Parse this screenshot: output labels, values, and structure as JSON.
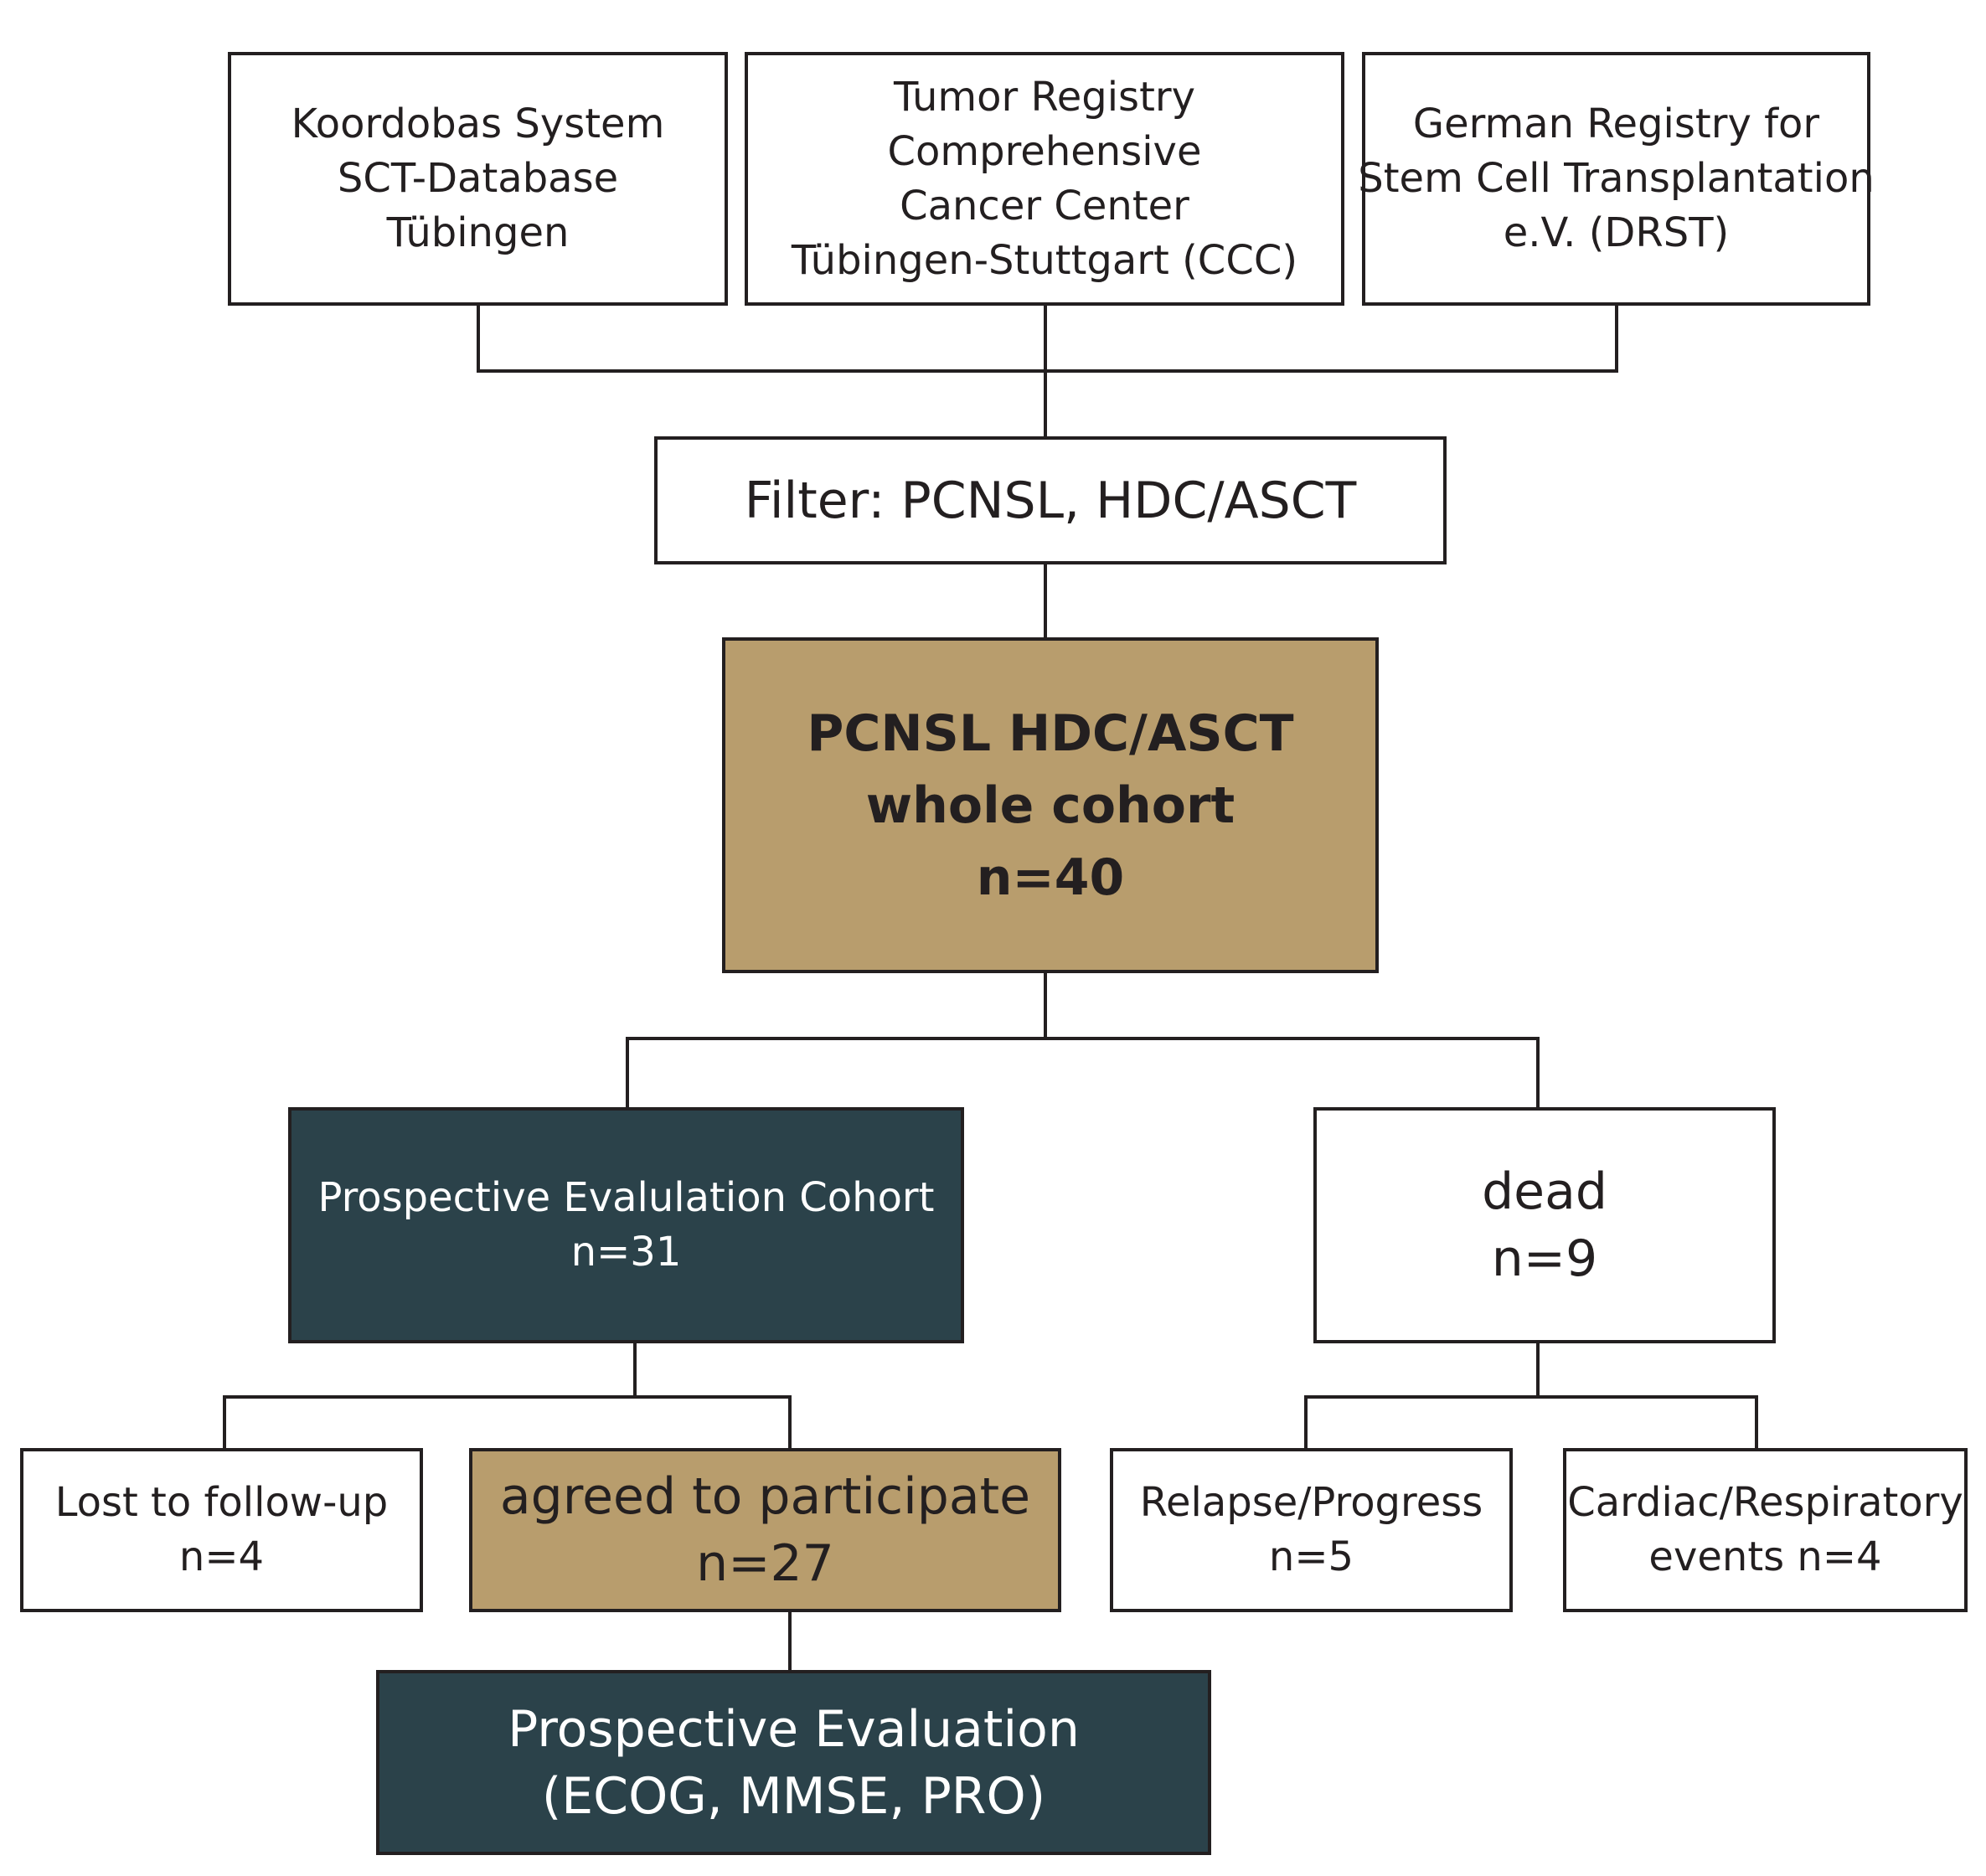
{
  "sources": [
    {
      "lines": [
        "Koordobas System",
        "SCT-Database",
        "Tübingen"
      ]
    },
    {
      "lines": [
        "Tumor Registry",
        "Comprehensive",
        "Cancer Center",
        "Tübingen-Stuttgart (CCC)"
      ]
    },
    {
      "lines": [
        "German Registry for",
        "Stem Cell Transplantation",
        "e.V. (DRST)"
      ]
    }
  ],
  "filter": {
    "label": "Filter: PCNSL, HDC/ASCT"
  },
  "whole_cohort": {
    "lines": [
      "PCNSL HDC/ASCT",
      "whole cohort",
      "n=40"
    ]
  },
  "prospective_cohort": {
    "lines": [
      "Prospective Evalulation Cohort",
      "n=31"
    ]
  },
  "dead": {
    "lines": [
      "dead",
      "n=9"
    ]
  },
  "lost_to_follow_up": {
    "lines": [
      "Lost to follow-up",
      "n=4"
    ]
  },
  "agreed": {
    "lines": [
      "agreed to participate",
      "n=27"
    ]
  },
  "relapse": {
    "lines": [
      "Relapse/Progress",
      "n=5"
    ]
  },
  "cardiac": {
    "lines": [
      "Cardiac/Respiratory",
      "events n=4"
    ]
  },
  "prospective_evaluation": {
    "lines": [
      "Prospective Evaluation",
      "(ECOG, MMSE, PRO)"
    ]
  },
  "colors": {
    "dark_fill": "#2b424a",
    "tan_fill": "#b89d6d",
    "stroke": "#231f20"
  }
}
